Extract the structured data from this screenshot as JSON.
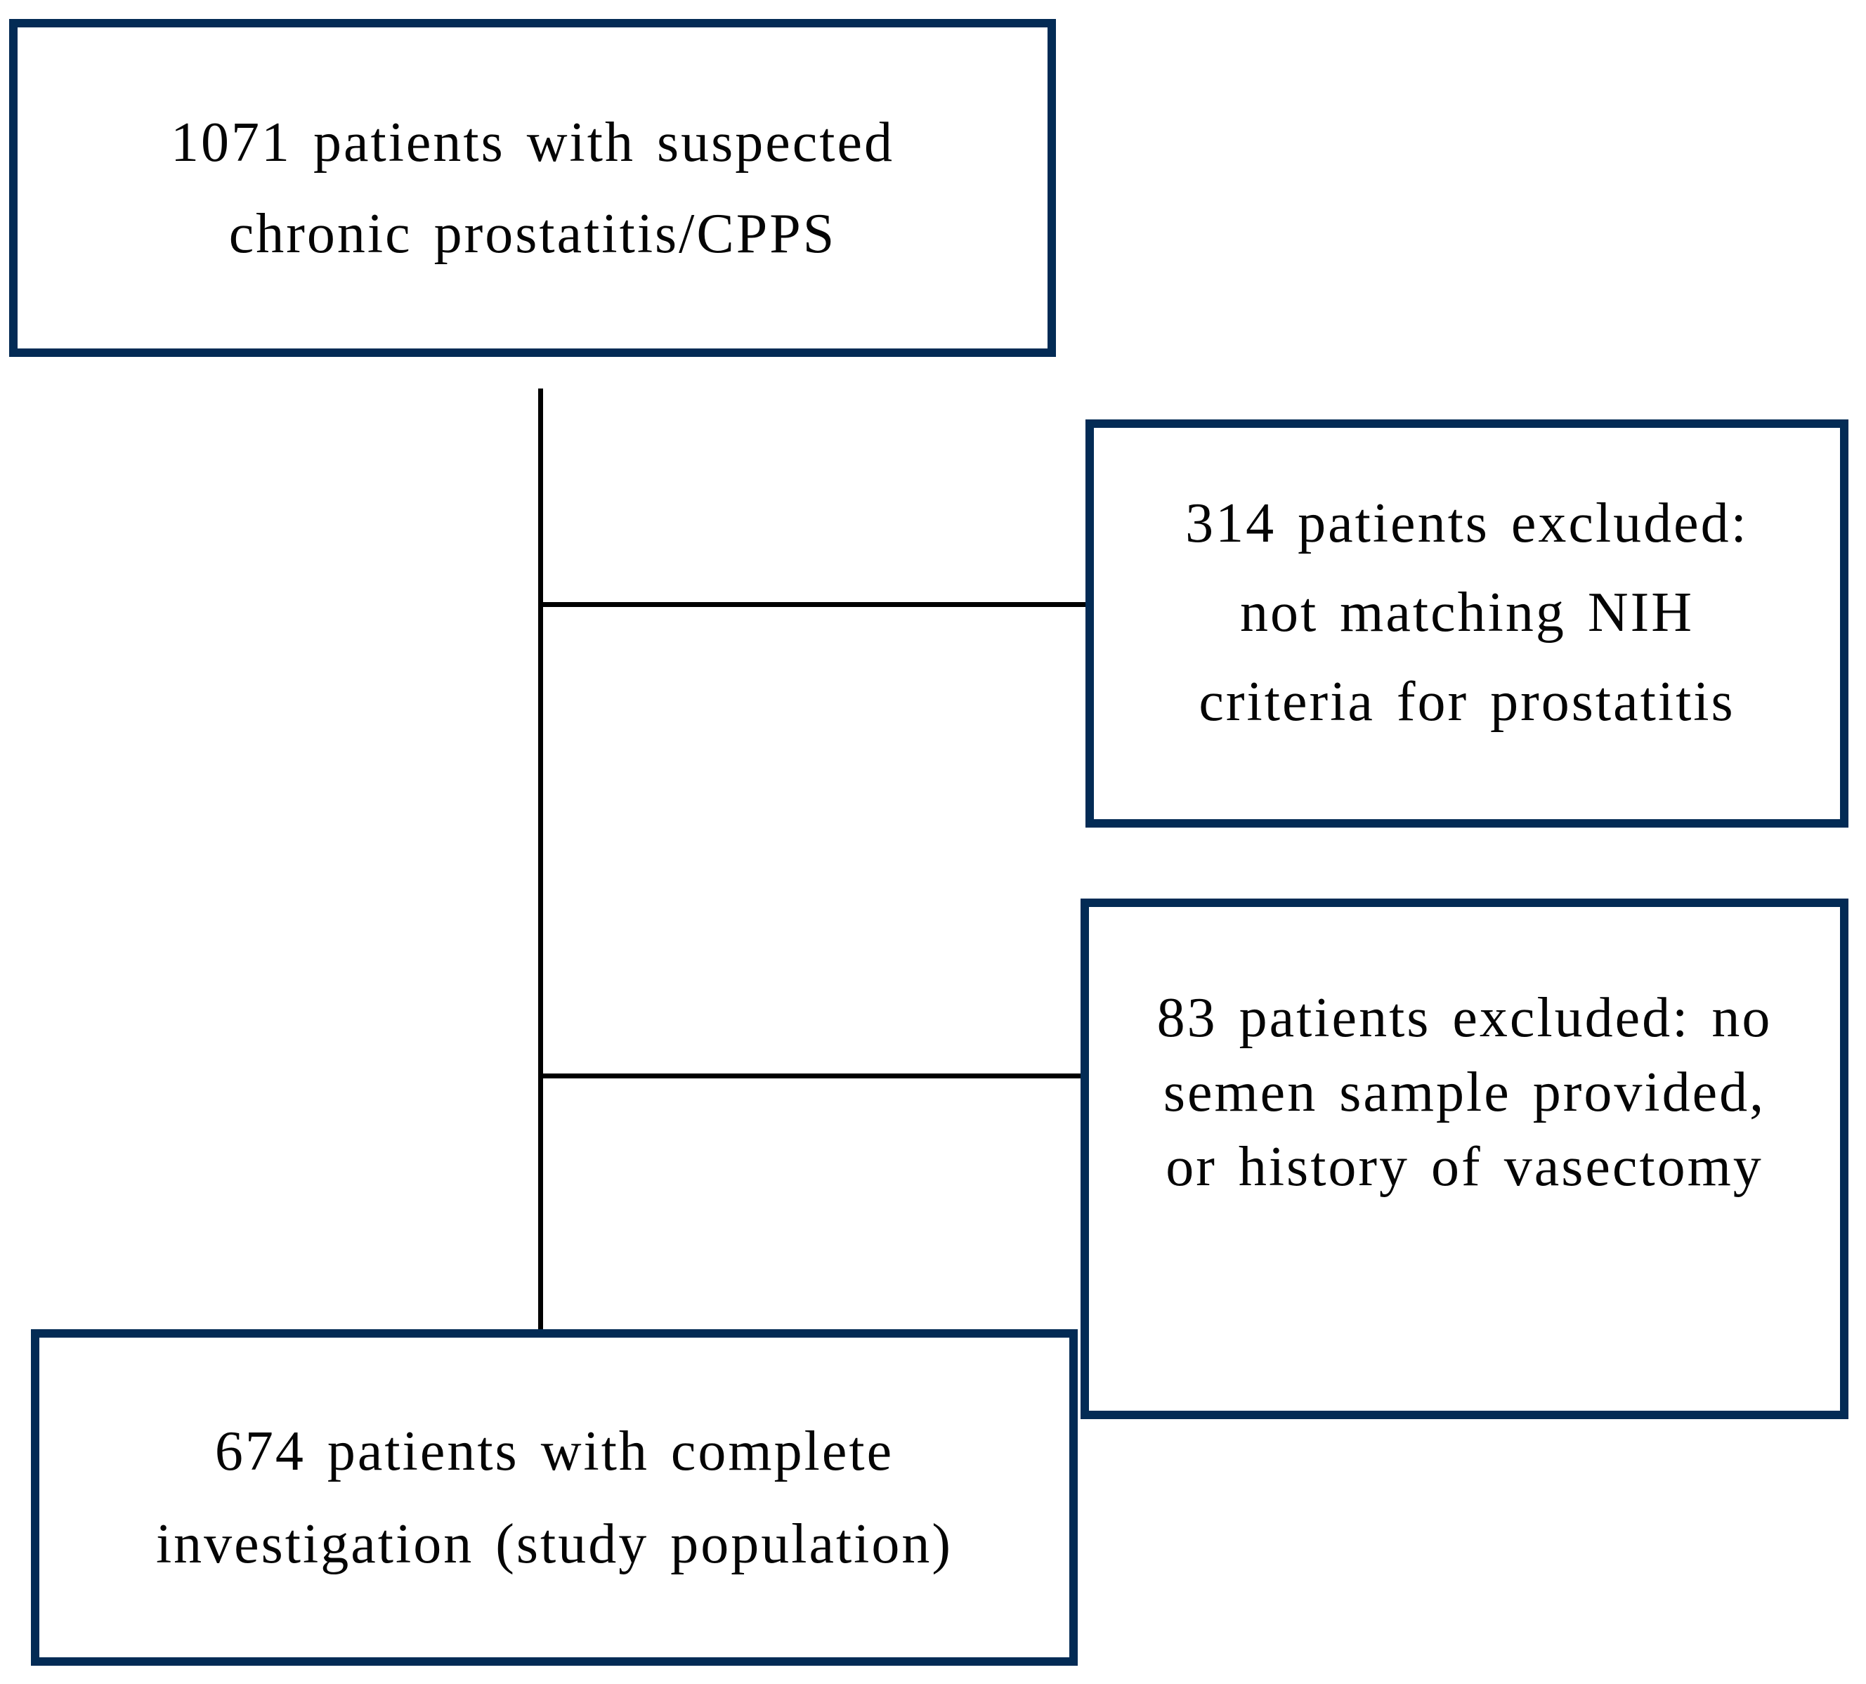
{
  "diagram": {
    "type": "patient-flowchart",
    "colors": {
      "background": "#ffffff",
      "box_border": "#032b55",
      "connector": "#000000",
      "text": "#050505"
    },
    "boxes": {
      "total": {
        "lines": [
          "1071 patients with suspected",
          "chronic prostatitis/CPPS"
        ]
      },
      "excluded_nih": {
        "lines": [
          "314 patients excluded:",
          "not matching NIH",
          "criteria for prostatitis"
        ]
      },
      "excluded_semen": {
        "lines": [
          "83 patients excluded: no",
          "semen sample provided,",
          "or history of vasectomy"
        ]
      },
      "study_population": {
        "lines": [
          "674 patients with complete",
          "investigation (study population)"
        ]
      }
    }
  }
}
